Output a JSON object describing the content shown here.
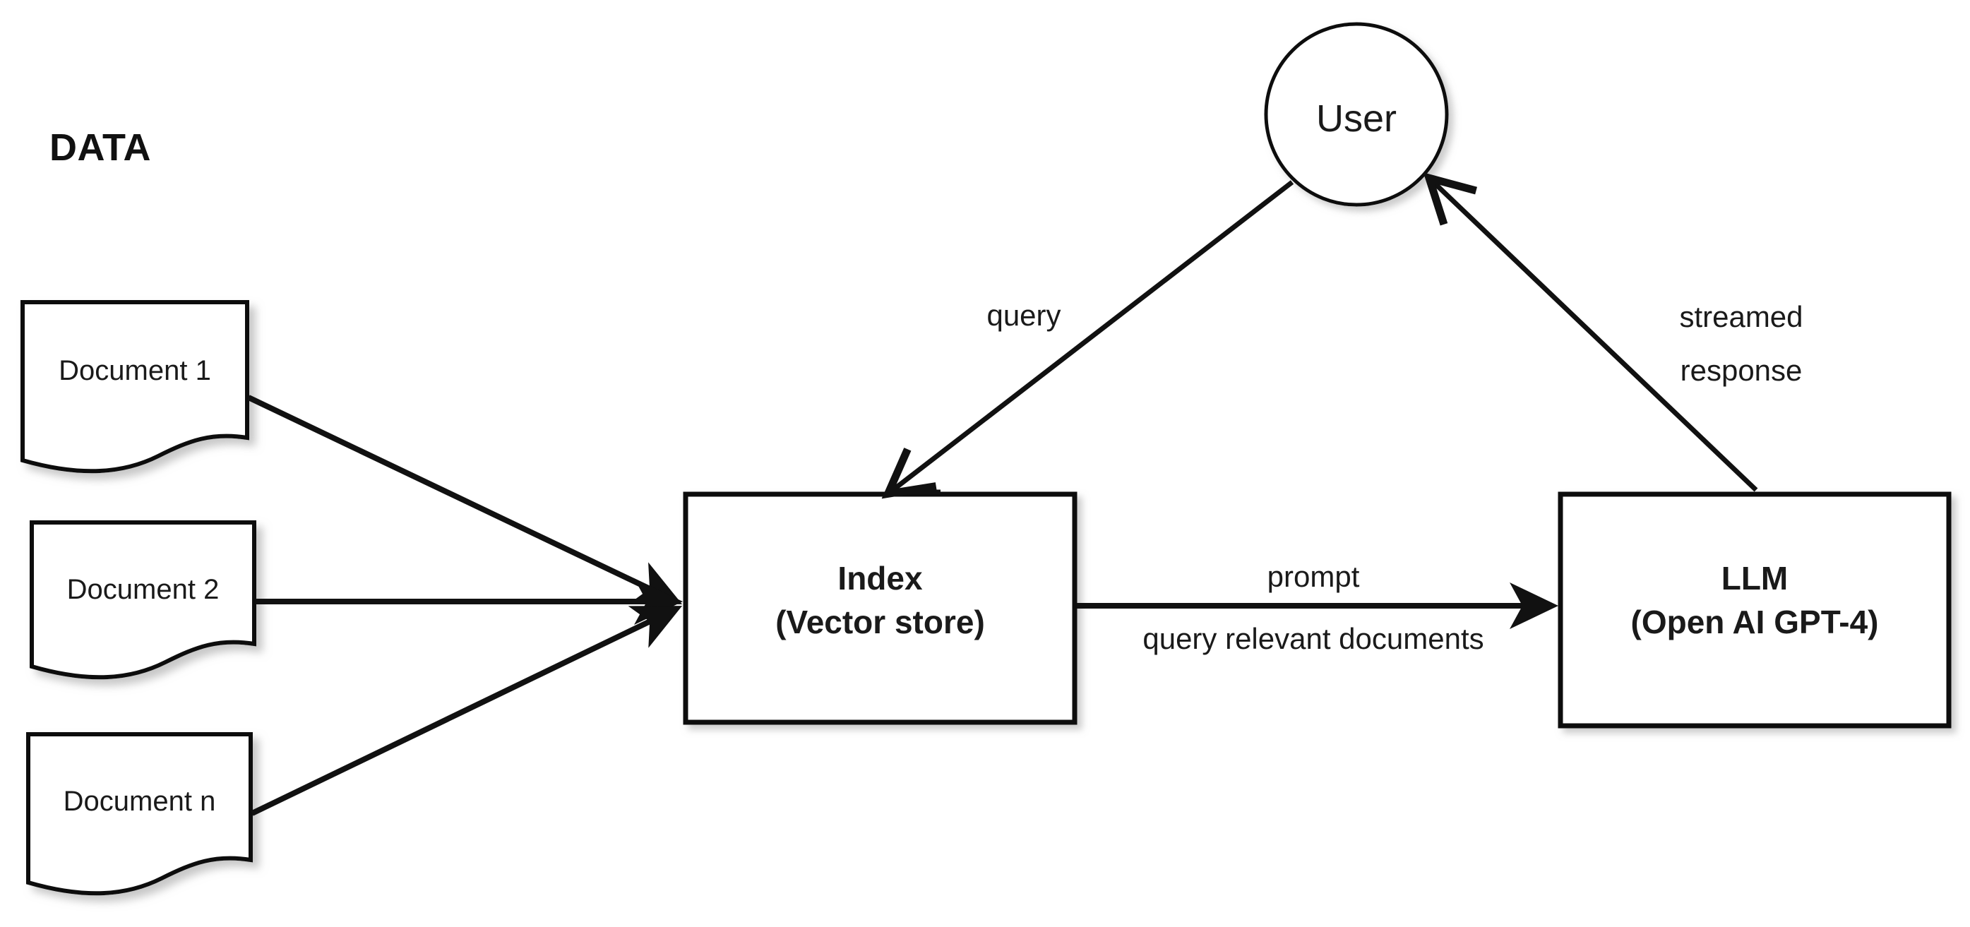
{
  "diagram": {
    "title": "RAG architecture diagram",
    "background_color": "#ffffff",
    "stroke_color": "#1a1a1a",
    "text_color": "#1a1a1a"
  },
  "section": {
    "data_label": "DATA"
  },
  "documents": [
    {
      "label": "Document 1"
    },
    {
      "label": "Document 2"
    },
    {
      "label": "Document n"
    }
  ],
  "nodes": {
    "index": {
      "line1": "Index",
      "line2": "(Vector store)"
    },
    "llm": {
      "line1": "LLM",
      "line2": "(Open AI GPT-4)"
    },
    "user": {
      "label": "User"
    }
  },
  "edges": {
    "query": "query",
    "streamed_response_line1": "streamed",
    "streamed_response_line2": "response",
    "prompt": "prompt",
    "query_relevant_documents": "query relevant documents"
  }
}
